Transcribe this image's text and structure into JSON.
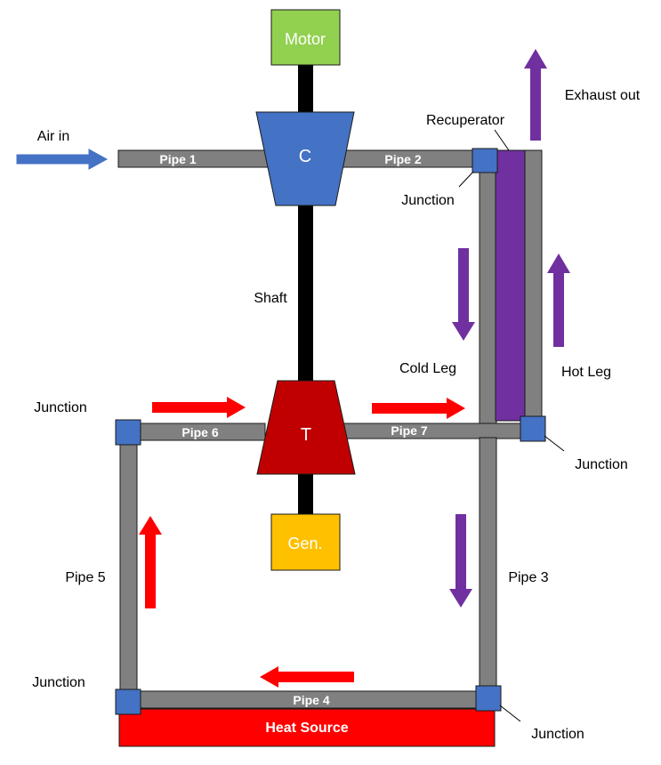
{
  "colors": {
    "pipe": "#808080",
    "pipe_stroke": "#1a1a1a",
    "junction": "#4472C4",
    "motor": "#92D050",
    "compressor": "#4472C4",
    "turbine": "#C00000",
    "generator": "#FFC000",
    "recuperator": "#7030A0",
    "heat_source": "#FF0000",
    "shaft": "#000000",
    "arrow_red": "#FF0000",
    "arrow_purple": "#7030A0",
    "arrow_blue": "#4472C4"
  },
  "components": {
    "motor": "Motor",
    "compressor": "C",
    "turbine": "T",
    "generator": "Gen.",
    "heat_source": "Heat Source"
  },
  "pipes": {
    "pipe1": "Pipe 1",
    "pipe2": "Pipe 2",
    "pipe3": "Pipe 3",
    "pipe4": "Pipe 4",
    "pipe5": "Pipe 5",
    "pipe6": "Pipe 6",
    "pipe7": "Pipe 7"
  },
  "labels": {
    "air_in": "Air in",
    "exhaust_out": "Exhaust out",
    "recuperator": "Recuperator",
    "shaft": "Shaft",
    "cold_leg": "Cold Leg",
    "hot_leg": "Hot Leg",
    "junction": "Junction"
  }
}
